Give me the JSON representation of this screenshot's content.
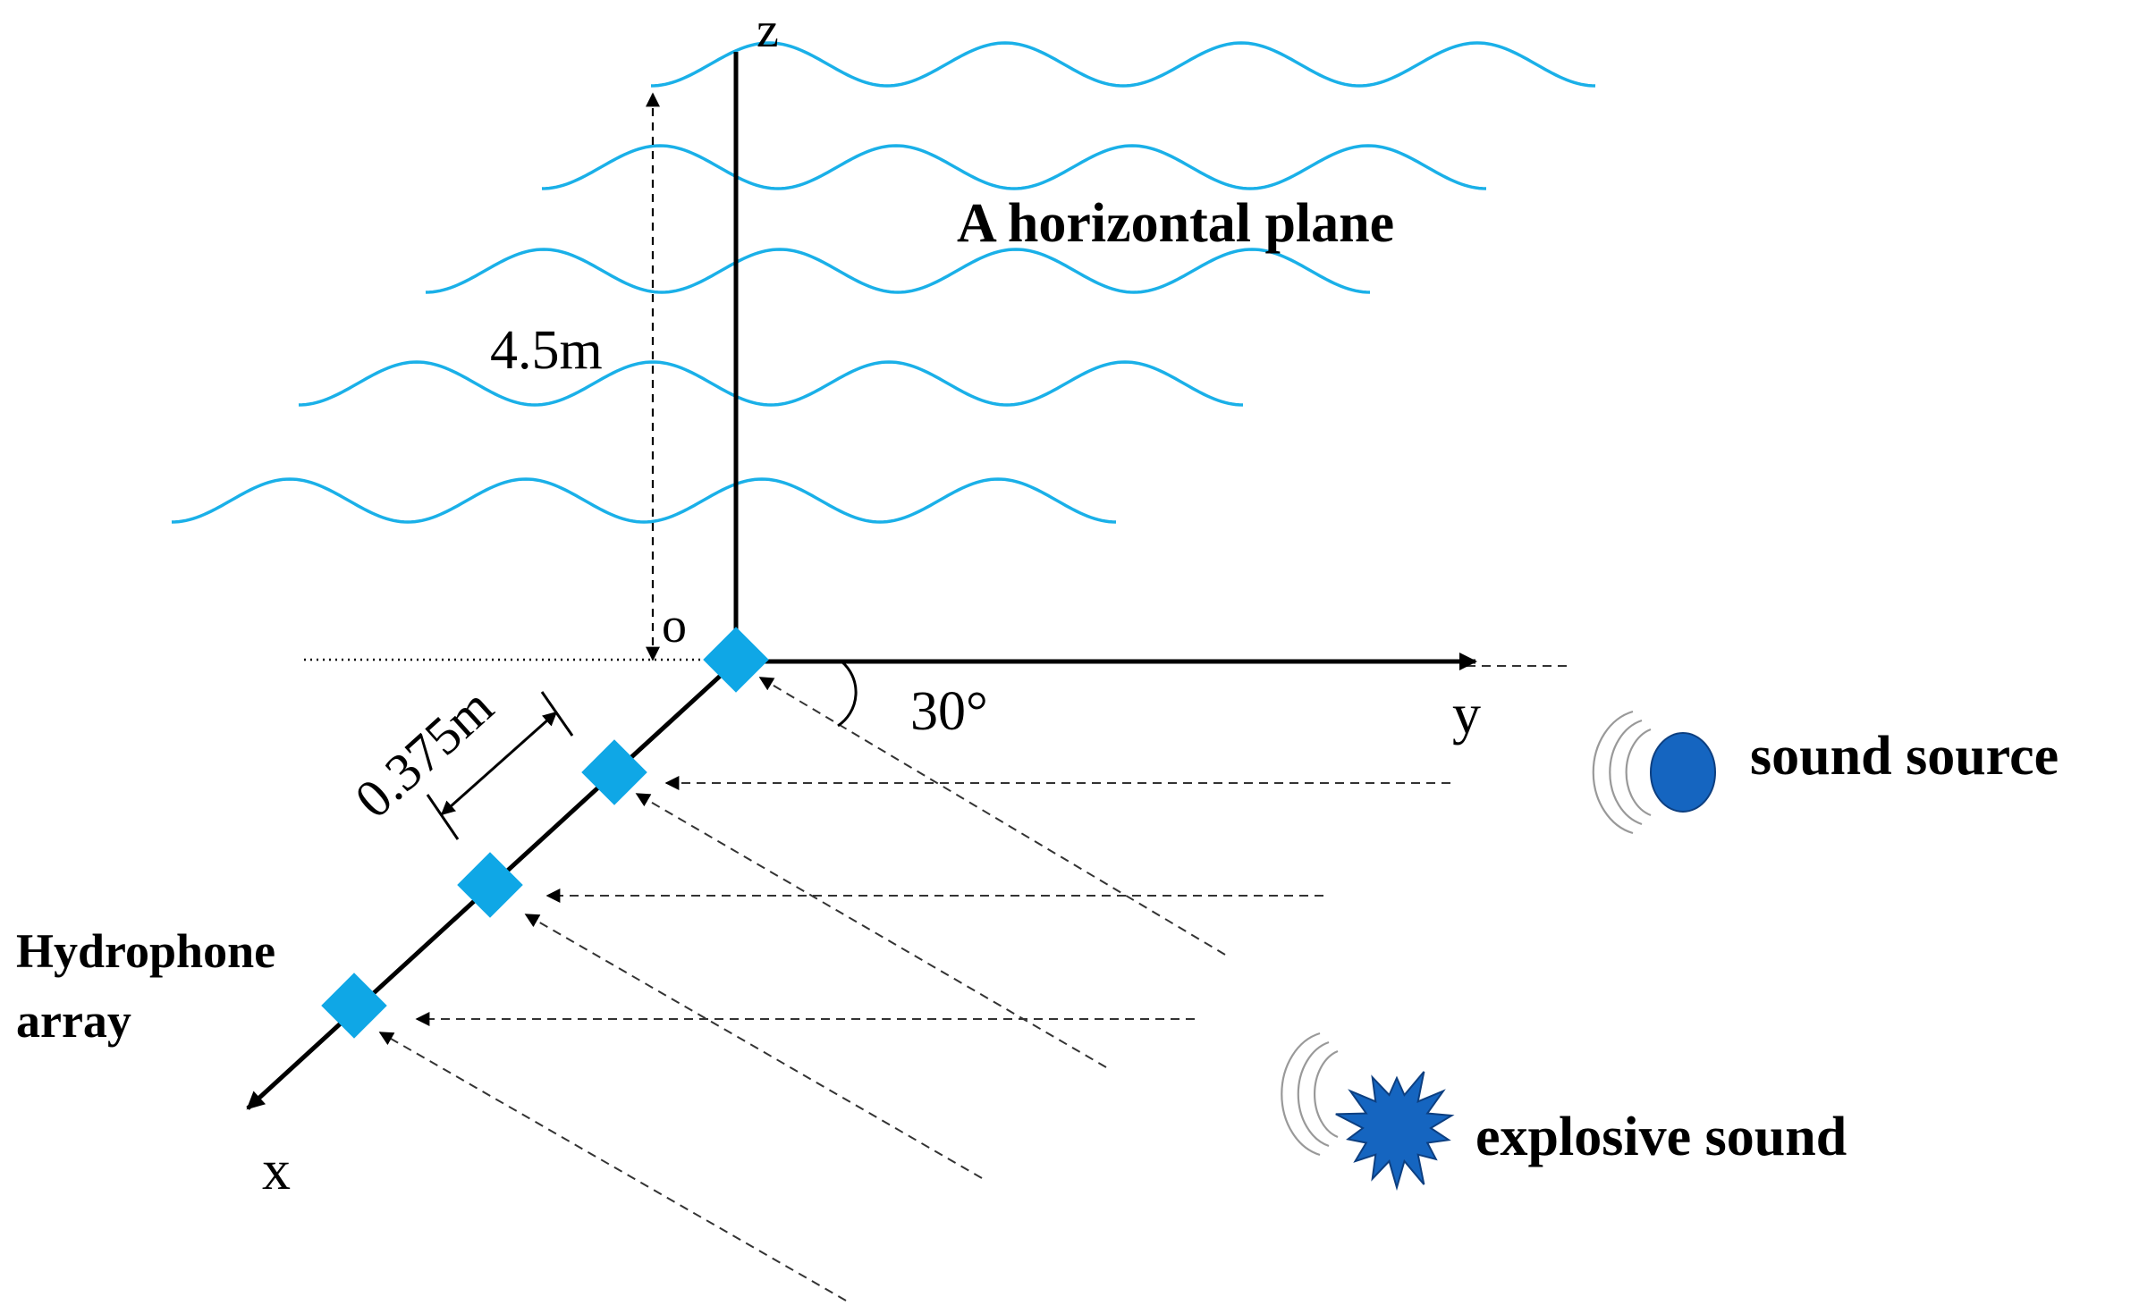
{
  "labels": {
    "axis_z": "z",
    "axis_y": "y",
    "axis_x": "x",
    "origin": "o",
    "depth": "4.5m",
    "spacing": "0.375m",
    "angle": "30°",
    "plane": "A horizontal plane",
    "array_line1": "Hydrophone",
    "array_line2": "array"
  },
  "legend": [
    {
      "label": "sound source",
      "icon": "blue-ellipse"
    },
    {
      "label": "explosive sound",
      "icon": "blue-starburst"
    }
  ],
  "colors": {
    "wave": "#1ab0e8",
    "hydrophone": "#0fa7e6",
    "source_fill": "#1565c0",
    "axis": "#000000",
    "dashed": "#333333",
    "ripple": "#999999"
  },
  "hydrophone_count": 4,
  "angle_degrees": 30
}
